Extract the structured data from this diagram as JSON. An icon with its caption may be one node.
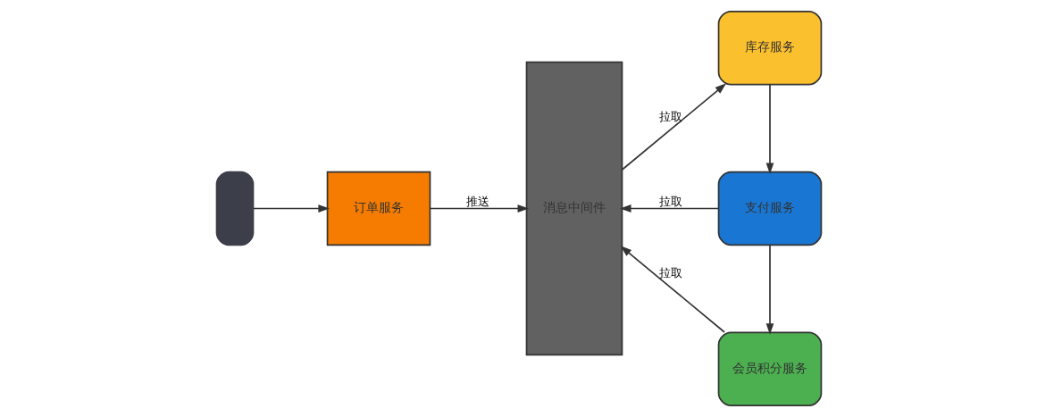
{
  "diagram": {
    "nodes": [
      {
        "text": [],
        "shape": "phone"
      },
      {
        "text": [
          "订单服务"
        ]
      },
      {
        "text": [
          "消息中间件"
        ]
      },
      {
        "text": [
          "库存服务"
        ]
      },
      {
        "text": [
          "支付服务"
        ]
      },
      {
        "text": [
          "会员积分服务"
        ]
      }
    ],
    "edges": [
      {
        "from": 0,
        "to": 1,
        "arrow": "to"
      },
      {
        "from": 1,
        "to": 2,
        "arrow": "to",
        "label": "推送"
      },
      {
        "from": 2,
        "to": 3,
        "arrow": "to",
        "label": "拉取"
      },
      {
        "from": 4,
        "to": 2,
        "arrow": "to",
        "label": "拉取"
      },
      {
        "from": 5,
        "to": 2,
        "arrow": "to",
        "label": "拉取"
      },
      {
        "from": 3,
        "to": 4,
        "arrow": "to"
      },
      {
        "from": 4,
        "to": 5,
        "arrow": "to"
      }
    ]
  }
}
